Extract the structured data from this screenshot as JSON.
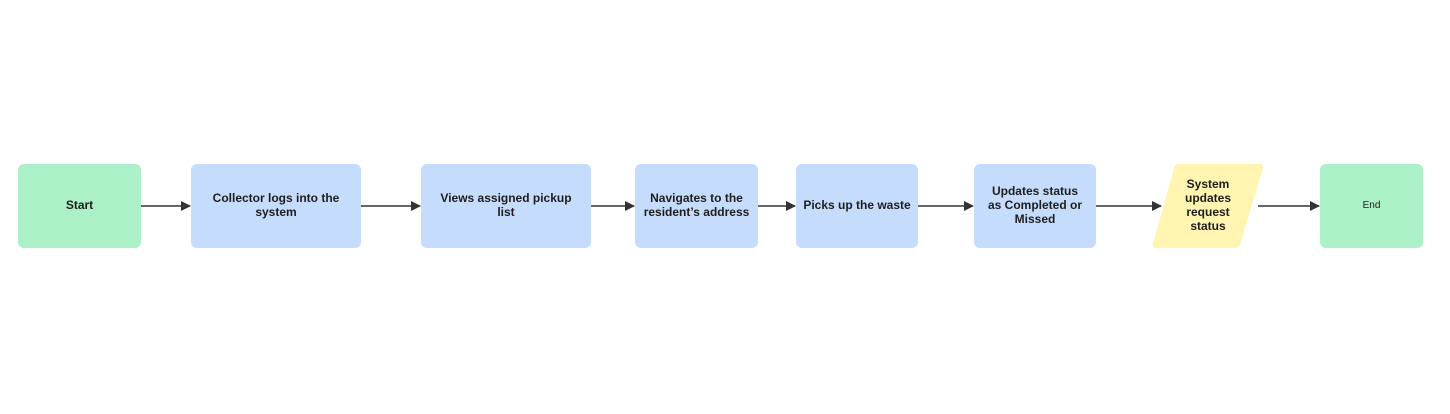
{
  "diagram": {
    "colors": {
      "terminal": "#abf0c6",
      "process": "#c6dcfc",
      "io": "#fff4b0",
      "arrow": "#333333",
      "text": "#1e1e1e"
    },
    "nodes": [
      {
        "id": "start",
        "shape": "terminal",
        "label": "Start"
      },
      {
        "id": "login",
        "shape": "process",
        "label": "Collector logs into the system"
      },
      {
        "id": "view-list",
        "shape": "process",
        "label": "Views assigned pickup list"
      },
      {
        "id": "navigate",
        "shape": "process",
        "label": "Navigates to the resident’s address"
      },
      {
        "id": "pickup",
        "shape": "process",
        "label": "Picks up the waste"
      },
      {
        "id": "update-status",
        "shape": "process",
        "label": "Updates status as Completed or Missed"
      },
      {
        "id": "system-update",
        "shape": "io",
        "label": "System updates request status"
      },
      {
        "id": "end",
        "shape": "terminal",
        "label": "End"
      }
    ],
    "edges": [
      {
        "from": "start",
        "to": "login"
      },
      {
        "from": "login",
        "to": "view-list"
      },
      {
        "from": "view-list",
        "to": "navigate"
      },
      {
        "from": "navigate",
        "to": "pickup"
      },
      {
        "from": "pickup",
        "to": "update-status"
      },
      {
        "from": "update-status",
        "to": "system-update"
      },
      {
        "from": "system-update",
        "to": "end"
      }
    ]
  }
}
